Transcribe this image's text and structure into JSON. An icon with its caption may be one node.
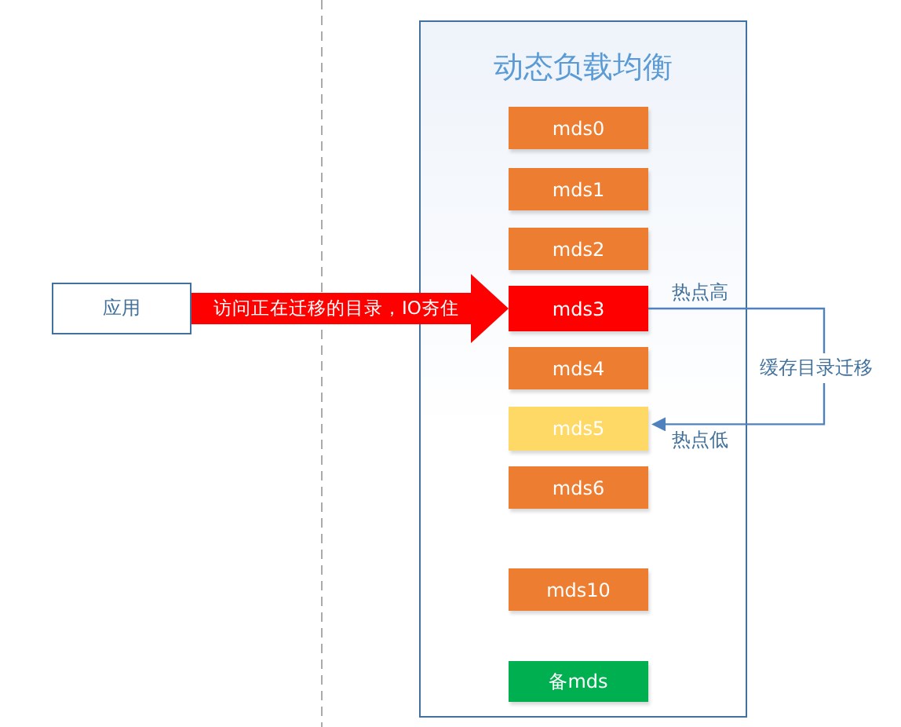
{
  "diagram": {
    "nodes": [
      {
        "text": [
          "应用"
        ]
      },
      {
        "text": [
          "动态负载均衡"
        ]
      },
      {
        "text": [
          "mds0"
        ],
        "in": 1
      },
      {
        "text": [
          "mds1"
        ],
        "in": 1
      },
      {
        "text": [
          "mds2"
        ],
        "in": 1
      },
      {
        "text": [
          "mds3"
        ],
        "in": 1,
        "beside": [
          "热点高"
        ]
      },
      {
        "text": [
          "mds4"
        ],
        "in": 1
      },
      {
        "text": [
          "mds5"
        ],
        "in": 1,
        "beside": [
          "热点低"
        ]
      },
      {
        "text": [
          "mds6"
        ],
        "in": 1
      },
      {
        "text": [
          "mds10"
        ],
        "in": 1
      },
      {
        "text": [
          "备mds"
        ],
        "in": 1
      }
    ],
    "edges": [
      {
        "from": 0,
        "to": 5,
        "arrow": "to",
        "label": "访问正在迁移的目录，IO夯住",
        "style": "thick",
        "color": "#ff0000"
      },
      {
        "from": 5,
        "to": 7,
        "arrow": "to",
        "label": "缓存目录迁移",
        "color": "#4f81bd"
      }
    ]
  }
}
